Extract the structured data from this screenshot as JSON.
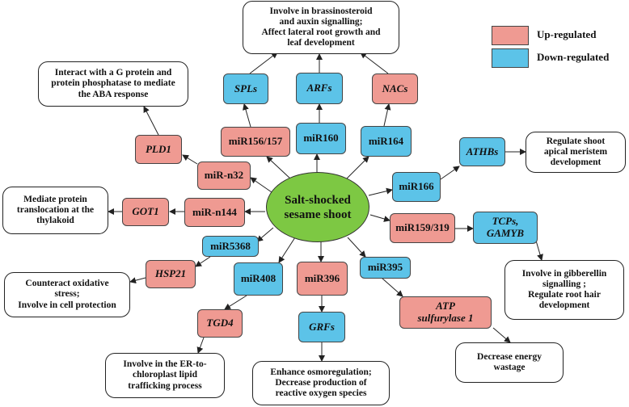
{
  "center": {
    "line1": "Salt-shocked",
    "line2": "sesame shoot"
  },
  "legend": {
    "up_label": "Up-regulated",
    "down_label": "Down-regulated",
    "up_color": "#ef9a92",
    "down_color": "#5cc3e8"
  },
  "mirnas": {
    "mir156": "miR156/157",
    "mir160": "miR160",
    "mir164": "miR164",
    "mir166": "miR166",
    "mir159": "miR159/319",
    "mir395": "miR395",
    "mir396": "miR396",
    "mir408": "miR408",
    "mir5368": "miR5368",
    "mirn144": "miR-n144",
    "mirn32": "miR-n32"
  },
  "targets": {
    "spls": "SPLs",
    "arfs": "ARFs",
    "nacs": "NACs",
    "athbs": "ATHBs",
    "tcps_line1": "TCPs,",
    "tcps_line2": "GAMYB",
    "atp_line1": "ATP",
    "atp_line2": "sulfurylase 1",
    "grfs": "GRFs",
    "tgd4": "TGD4",
    "hsp21": "HSP21",
    "got1": "GOT1",
    "pld1": "PLD1"
  },
  "functions": {
    "auxin": [
      "Involve in brassinosteroid",
      "and auxin signalling;",
      "Affect  lateral root  growth and",
      "leaf development"
    ],
    "aba": [
      "Interact with a G protein and",
      "protein phosphatase to mediate",
      "the ABA response"
    ],
    "thylakoid": [
      "Mediate protein",
      "translocation at the",
      "thylakoid"
    ],
    "meristem": [
      "Regulate shoot",
      "apical meristem",
      "development"
    ],
    "gibberellin": [
      "Involve in  gibberellin",
      "signalling ;",
      "Regulate root hair",
      "development"
    ],
    "energy": [
      "Decrease energy",
      "wastage"
    ],
    "osmo": [
      "Enhance osmoregulation;",
      "Decrease production of",
      "reactive oxygen species"
    ],
    "lipid": [
      "Involve in the ER-to-",
      "chloroplast lipid",
      "trafficking process"
    ],
    "oxidative": [
      "Counteract oxidative",
      "stress;",
      "Involve in cell protection"
    ]
  }
}
